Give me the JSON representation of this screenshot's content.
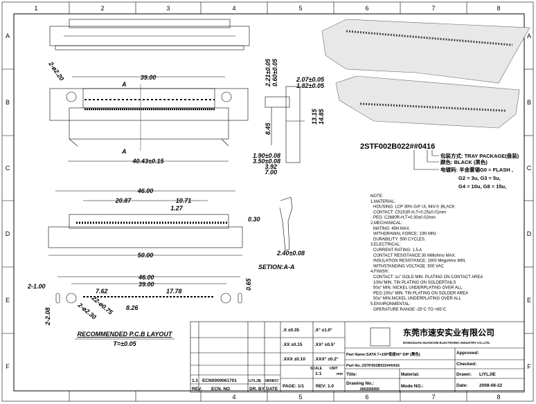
{
  "frame": {
    "cols": [
      "1",
      "2",
      "3",
      "4",
      "5",
      "6",
      "7",
      "8"
    ],
    "rows": [
      "A",
      "B",
      "C",
      "D",
      "E",
      "F"
    ]
  },
  "top_view": {
    "dims": [
      "2-ø2.20",
      "39.00",
      "40.43±0.15",
      "A",
      "A"
    ]
  },
  "side_view": {
    "dims": [
      "2.21±0.05",
      "0.60±0.05",
      "2.07±0.05",
      "1.82±0.05",
      "8.45",
      "13.15",
      "14.85",
      "1.90±0.08",
      "3.50±0.08",
      "3.92",
      "7.00"
    ]
  },
  "front_view": {
    "dims": [
      "46.00",
      "20.87",
      "10.71",
      "1.27",
      "0.30",
      "50.00"
    ]
  },
  "section": {
    "dim": "2.40±0.08",
    "label": "SETION:A-A"
  },
  "pcb": {
    "dims": [
      "46.00",
      "39.00",
      "7.62",
      "17.78",
      "8.26",
      "2-1.00",
      "2-2.08",
      "2-ø2.30",
      "22-ø0.75",
      "0.65"
    ],
    "title": "RECOMMENDED P.C.B LAYOUT",
    "tolerance": "T=±0.05"
  },
  "part_code": {
    "code": "2STF002B022##0416",
    "lines": [
      "包装方式: TRAY PACKAGE(盘装)",
      "颜色: BLACK (黑色)",
      "电镀码: 半金雾锡G0 = FLASH ,",
      "G2 = 3u, G3 = 5u,",
      "G4 = 10u, G8 = 15u,"
    ]
  },
  "notes": [
    "NOTE:",
    "1.MATERIAL:",
    "HOUSING: LCP  30% G/F UL 94V-0 ;BLACK",
    "CONTACT:  C5191R-H,T=0.25±0.01mm",
    "PEG: C2680R-H,T=0.30±0.02mm",
    "2.MECHANICAL:",
    "MATING: 45N MAX.",
    "WITHDRAWAL FORCE: 10N MIN.",
    "DURABILITY: 500 CYCLES.",
    "3.ELECTRICAL:",
    "CURRENT RATING: 1.5 A",
    "CONTACT RESISTANCE:30 Milliohms MAX.",
    "INSULATION RESISTANCE: 1000 Megohms MIN.",
    "WITHSTANDING VOLTAGE: 500 VAC",
    "4.FINISH:",
    "CONTACT: 1u\" GOLD MIN. PLATING ON CONTACT AREA",
    "100u\"MIN. TIN PLATING ON SOLDERTAILS",
    "50u\" MIN. NICKEL UNDERPLATING OVER ALL",
    "PEG:100u\" MIN. TIN PLATING ON SOLDER AREA",
    "50u\" MIN.NICKEL UNDERPLATING OVER ALL",
    "5.ENVIRONMENTAL:",
    "OPERATURE RANGE:-25°C TO +85°C"
  ],
  "title_block": {
    "rev_row": [
      "1.1",
      "ECN0000061701",
      "LIYLJIE",
      "08/08/17"
    ],
    "rev_header": [
      "REV.",
      "ECN. NO",
      "DR. BY",
      "DATE"
    ],
    "tolerances": [
      ".X  ±0.35",
      ".X°  ±1.0°",
      ".XX  ±0.15",
      ".XX°  ±0.5°",
      ".XXX ±0.10",
      ".XXX°  ±0.2°"
    ],
    "scale_label": "SCALE",
    "scale": "1:1",
    "unit_label": "UNIT",
    "unit": "mm",
    "page": "PAGE:  1/1",
    "rev": "REV:  1.0",
    "company_cn": "东莞市速安实业有限公司",
    "company_en": "DONGGUAN SUANCOM ELECTRONIC INDUSTRY CO.,LTD.",
    "part_name": "Part Name:SATA 7+15P母座90° DIP (黑色)",
    "part_no": "Part No.:2STF002B022##0416",
    "title": "Title:",
    "material": "Material:",
    "drawing_no": "Drawing No.:",
    "drawing_no_value": "0002000000",
    "mold_no": "Mode NO.:",
    "approved": "Approved:",
    "checked": "Checked:",
    "drawn_label": "Drawn:",
    "drawn": "LIYLJIE",
    "date_label": "Date:",
    "date": "2008-08-22"
  }
}
